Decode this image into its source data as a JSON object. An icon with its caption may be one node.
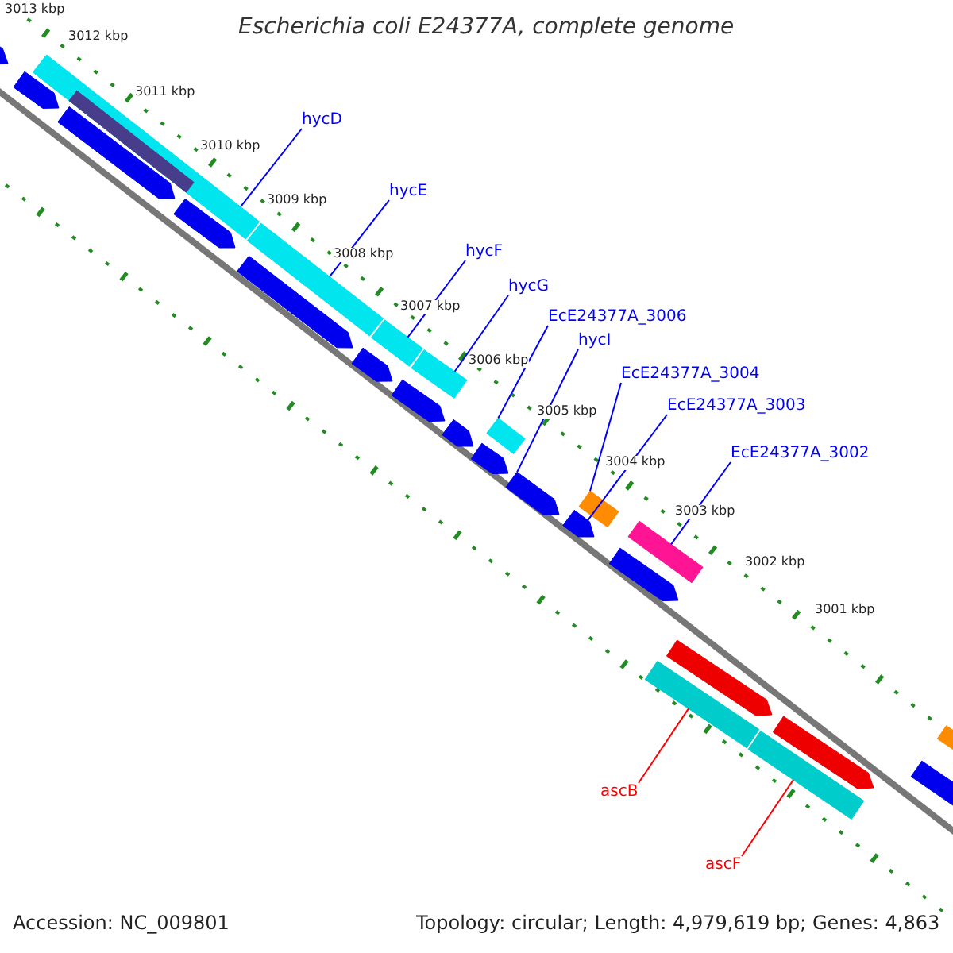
{
  "diagram": {
    "title": "Escherichia coli E24377A, complete genome",
    "nodes": [
      {
        "text": [
          "hycD"
        ]
      },
      {
        "text": [
          "hycE"
        ]
      },
      {
        "text": [
          "hycF"
        ]
      },
      {
        "text": [
          "hycG"
        ]
      },
      {
        "text": [
          "EcE24377A_3006"
        ]
      },
      {
        "text": [
          "hycI"
        ]
      },
      {
        "text": [
          "EcE24377A_3004"
        ]
      },
      {
        "text": [
          "EcE24377A_3003"
        ]
      },
      {
        "text": [
          "EcE24377A_3002"
        ]
      },
      {
        "text": [
          "ascB"
        ]
      },
      {
        "text": [
          "ascF"
        ]
      },
      {
        "text": [],
        "shape": "arrow"
      },
      {
        "text": [],
        "shape": "arrow"
      },
      {
        "text": [],
        "shape": "bar"
      },
      {
        "text": [],
        "shape": "bar",
        "in": 13
      },
      {
        "text": [],
        "shape": "arrow"
      },
      {
        "text": [],
        "shape": "arrow"
      },
      {
        "text": [],
        "shape": "bar"
      },
      {
        "text": [],
        "shape": "arrow"
      },
      {
        "text": [],
        "shape": "arrow"
      },
      {
        "text": [],
        "shape": "bar"
      },
      {
        "text": [],
        "shape": "bar"
      },
      {
        "text": [],
        "shape": "arrow"
      },
      {
        "text": [],
        "shape": "arrow"
      },
      {
        "text": [],
        "shape": "arrow"
      },
      {
        "text": [],
        "shape": "bar"
      },
      {
        "text": [],
        "shape": "arrow"
      },
      {
        "text": [],
        "shape": "bar"
      },
      {
        "text": [],
        "shape": "arrow"
      },
      {
        "text": [],
        "shape": "bar"
      },
      {
        "text": [],
        "shape": "arrow"
      },
      {
        "text": [],
        "shape": "bar"
      },
      {
        "text": [],
        "shape": "arrow"
      },
      {
        "text": [],
        "shape": "bar"
      },
      {
        "text": [],
        "shape": "arrow"
      },
      {
        "text": [],
        "shape": "bar"
      },
      {
        "text": [],
        "shape": "arrow"
      }
    ],
    "edges": [
      {
        "from": 0,
        "to": 13,
        "arrow": "none"
      },
      {
        "from": 1,
        "to": 17,
        "arrow": "none"
      },
      {
        "from": 2,
        "to": 20,
        "arrow": "none"
      },
      {
        "from": 3,
        "to": 21,
        "arrow": "none"
      },
      {
        "from": 4,
        "to": 25,
        "arrow": "none"
      },
      {
        "from": 5,
        "to": 26,
        "arrow": "none"
      },
      {
        "from": 6,
        "to": 27,
        "arrow": "none"
      },
      {
        "from": 7,
        "to": 28,
        "arrow": "none"
      },
      {
        "from": 8,
        "to": 29,
        "arrow": "none"
      },
      {
        "from": 9,
        "to": 31,
        "arrow": "none",
        "color": "#ff0000"
      },
      {
        "from": 10,
        "to": 33,
        "arrow": "none",
        "color": "#ff0000"
      }
    ],
    "labels": [
      "3013 kbp",
      "3012 kbp",
      "3011 kbp",
      "3010 kbp",
      "3009 kbp",
      "3008 kbp",
      "3007 kbp",
      "3006 kbp",
      "3005 kbp",
      "3004 kbp",
      "3003 kbp",
      "3002 kbp",
      "3001 kbp",
      "Accession: NC_009801",
      "Topology: circular; Length: 4,979,619 bp; Genes: 4,863"
    ]
  }
}
